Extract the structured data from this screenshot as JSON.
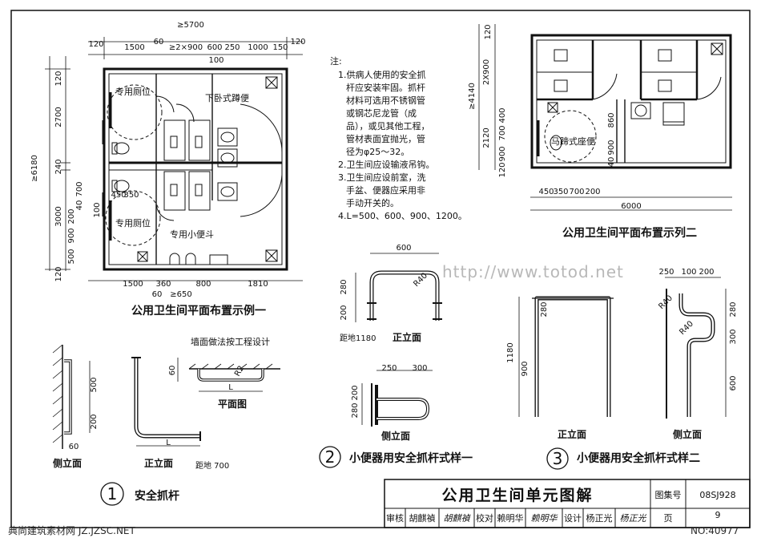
{
  "plan1": {
    "title": "公用卫生间平面布置示例一",
    "top_total": "≥5700",
    "top_dims": [
      "120",
      "1500",
      "60",
      "≥2×900",
      "600",
      "250",
      "1000",
      "150",
      "120"
    ],
    "top_sub": "100",
    "left_total": "≥6180",
    "left_dims": [
      "120",
      "2700",
      "240",
      "700",
      "40",
      "3000",
      "200",
      "900",
      "500",
      "120"
    ],
    "bottom_dims": [
      "1500",
      "360",
      "800",
      "1810"
    ],
    "bottom_sub": [
      "60",
      "≥650"
    ],
    "inner_dims": [
      "450",
      "350",
      "100"
    ],
    "label_private1": "专用厕位",
    "label_private2": "专用厕位",
    "label_squat": "下卧式蹲便",
    "label_urinal": "专用小便斗"
  },
  "notes": {
    "heading": "注:",
    "items": [
      "1.供病人使用的安全抓",
      "杆应安装牢固。抓杆",
      "材料可选用不锈钢管",
      "或钢芯尼龙管（成",
      "品），或见其他工程，",
      "管材表面宜抛光，管",
      "径为φ25～32。",
      "2.卫生间应设输液吊钩。",
      "3.卫生间应设前室，洗",
      "手盆、便器应采用非",
      "手动开关的。",
      "4.L=500、600、900、1200。"
    ]
  },
  "plan2": {
    "title": "公用卫生间平面布置示列二",
    "left_total": "≥4140",
    "left_dims": [
      "120",
      "2X900",
      "2120",
      "700",
      "400",
      "900",
      "120"
    ],
    "bottom_total": "6000",
    "bottom_dims": [
      "450",
      "350",
      "700",
      "200"
    ],
    "inner_dims": [
      "860",
      "900",
      "40"
    ],
    "label_seat": "马蹄式座便"
  },
  "style2": {
    "number": "2",
    "caption": "小便器用安全抓杆式样一",
    "front_label": "正立面",
    "side_label": "侧立面",
    "dim_width": "600",
    "dim_radius": "R40",
    "dim_280": "280",
    "dim_200": "200",
    "floor_height": "距地1180",
    "side_dims": [
      "250",
      "300",
      "200",
      "280"
    ]
  },
  "style3": {
    "number": "3",
    "caption": "小便器用安全抓杆式样二",
    "front_label": "正立面",
    "side_label": "侧立面",
    "top_dims": [
      "250",
      "100",
      "200"
    ],
    "left_dims": [
      "1180",
      "900"
    ],
    "right_dims": [
      "280",
      "300",
      "600"
    ],
    "left_280": "280",
    "radius1": "R40",
    "radius2": "R40"
  },
  "style1": {
    "number": "1",
    "caption": "安全抓杆",
    "side_label": "侧立面",
    "front_label": "正立面",
    "plan_label": "平面图",
    "wall_note": "墙面做法按工程设计",
    "dims_side": [
      "500",
      "200"
    ],
    "dim_60": "60",
    "dim_radius": "R2",
    "dim_L": "L",
    "dim_L2": "L",
    "floor_height": "距地 700",
    "side_60": "60"
  },
  "titleblock": {
    "title": "公用卫生间单元图解",
    "atlas_label": "图集号",
    "atlas_no": "08SJ928",
    "review_label": "审核",
    "review_name": "胡麒禎",
    "review_sign": "胡麒禎",
    "check_label": "校对",
    "check_name": "赖明华",
    "check_sign": "赖明华",
    "design_label": "设计",
    "design_name": "杨正光",
    "design_sign": "杨正光",
    "page_label": "页",
    "page_no": "9"
  },
  "watermark": {
    "url": "http://www.totod.net",
    "footer_site": "典尚建筑素材网 JZ.JZSC.NET",
    "footer_no": "NO:40977"
  }
}
